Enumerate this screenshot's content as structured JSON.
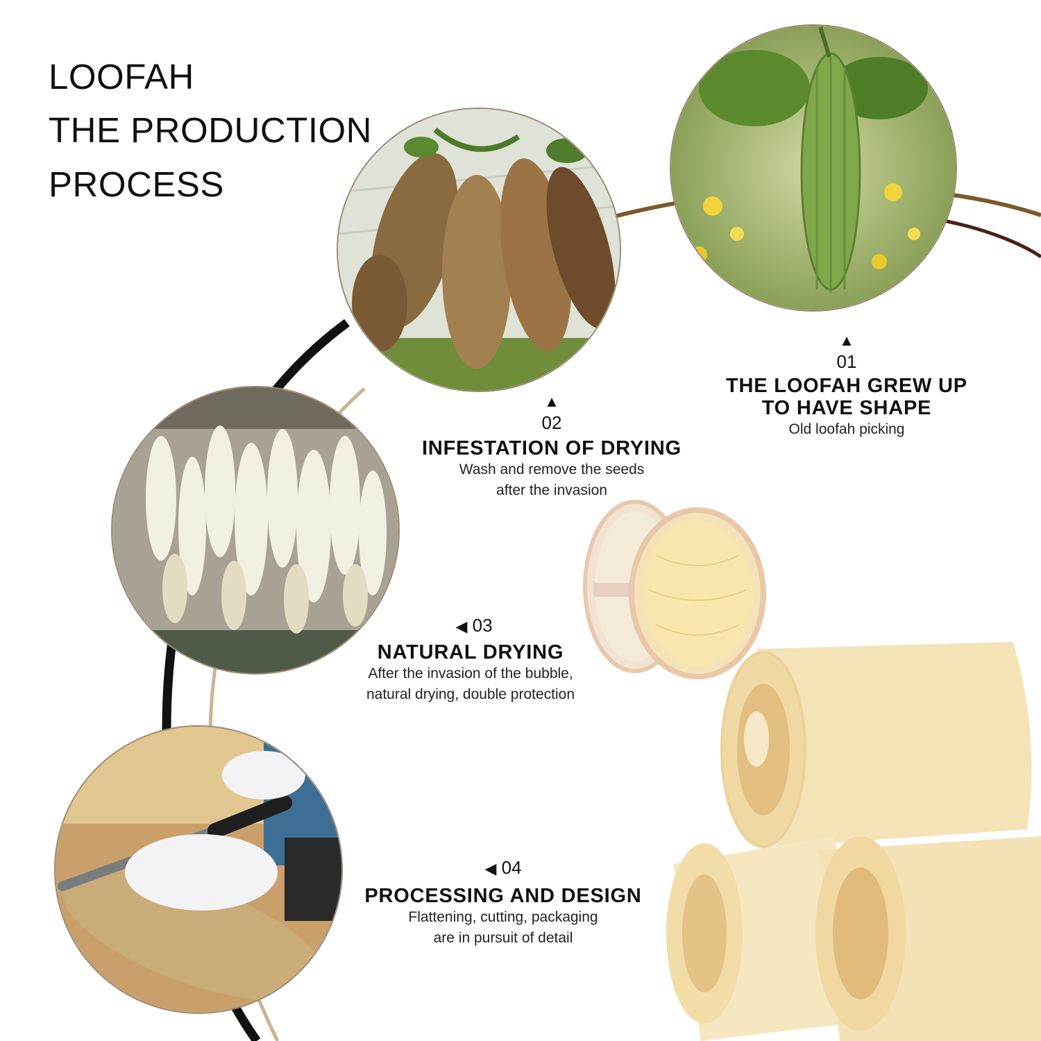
{
  "title": {
    "line1": "LOOFAH",
    "line2": "THE PRODUCTION",
    "line3": "PROCESS"
  },
  "steps": [
    {
      "number": "01",
      "arrow": "▲",
      "heading_line1": "THE LOOFAH GREW UP",
      "heading_line2": "TO HAVE SHAPE",
      "desc_line1": "Old loofah picking",
      "desc_line2": ""
    },
    {
      "number": "02",
      "arrow": "▲",
      "heading_line1": "INFESTATION OF DRYING",
      "heading_line2": "",
      "desc_line1": "Wash and remove the seeds",
      "desc_line2": "after the invasion"
    },
    {
      "number": "03",
      "arrow": "◀",
      "heading_line1": "NATURAL DRYING",
      "heading_line2": "",
      "desc_line1": "After the invasion of the bubble,",
      "desc_line2": "natural drying, double protection"
    },
    {
      "number": "04",
      "arrow": "◀",
      "heading_line1": "PROCESSING AND DESIGN",
      "heading_line2": "",
      "desc_line1": "Flattening, cutting, packaging",
      "desc_line2": "are in pursuit of detail"
    }
  ],
  "colors": {
    "arc_black": "#111111",
    "arc_gold": "#b79a6b",
    "arc_brown": "#5a2f1f",
    "loofah_cream": "#f5e6bf",
    "text": "#111111"
  },
  "icons": {
    "up_marker": "triangle-up-icon",
    "left_marker": "triangle-left-icon"
  }
}
